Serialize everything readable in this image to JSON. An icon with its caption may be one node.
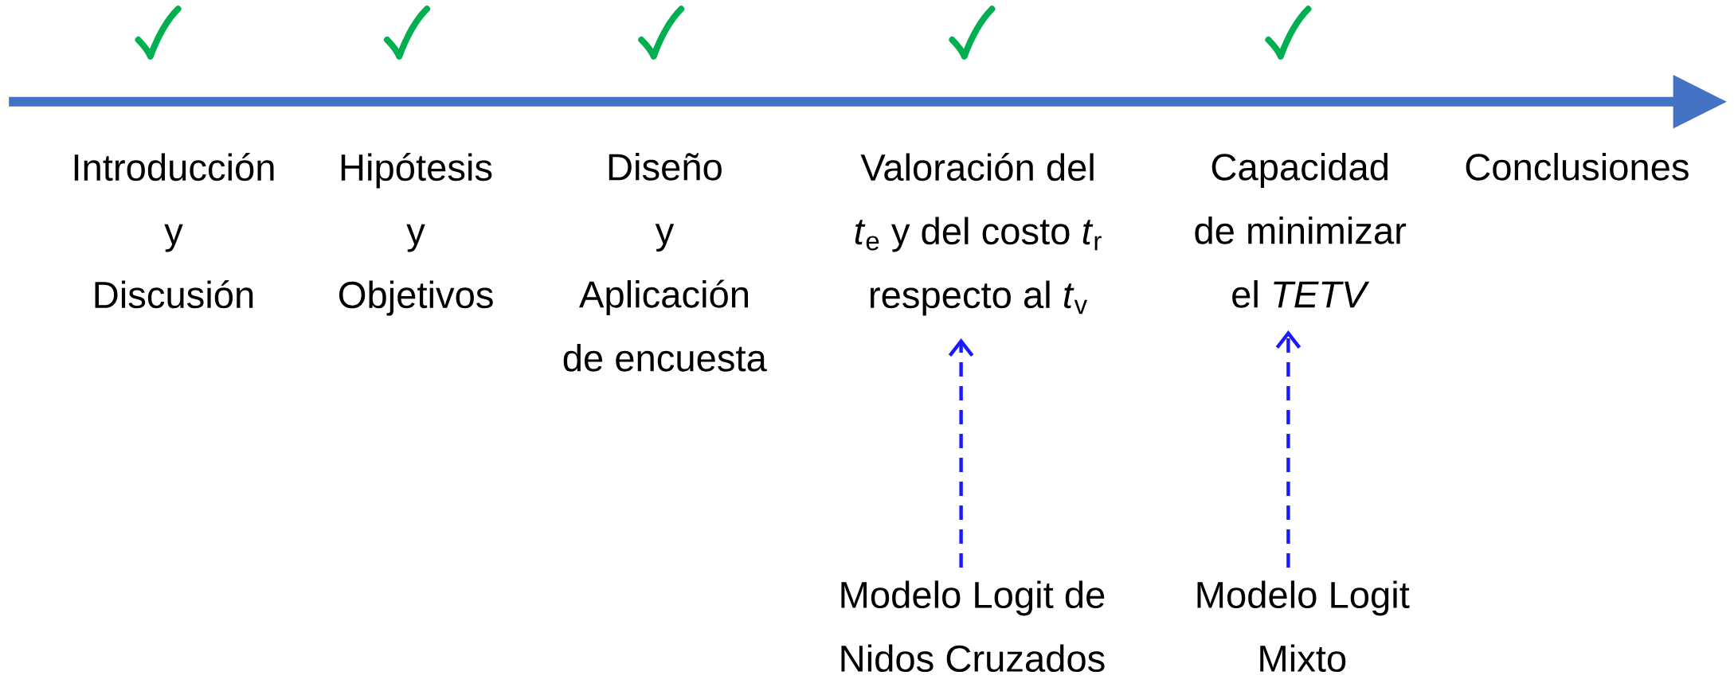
{
  "diagram": {
    "nodes": [
      {
        "text": [
          "Introducción y Discusión"
        ]
      },
      {
        "text": [
          "Hipótesis y Objetivos"
        ]
      },
      {
        "text": [
          "Diseño y Aplicación de encuesta"
        ]
      },
      {
        "text": [
          "Valoración del *t*$_{e}$ y del costo *t*$_{r}$ respecto al *t*$_{v}$"
        ]
      },
      {
        "text": [
          "Capacidad de minimizar el *TETV*"
        ]
      },
      {
        "text": [
          "Conclusiones"
        ]
      },
      {
        "text": [
          "Modelo Logit de Nidos Cruzados"
        ]
      },
      {
        "text": [
          "Modelo Logit Mixto"
        ]
      }
    ],
    "edges": [
      {
        "from": 6,
        "to": 3,
        "arrow": "to",
        "style": "dashed"
      },
      {
        "from": 7,
        "to": 4,
        "arrow": "to",
        "style": "dashed"
      }
    ]
  }
}
